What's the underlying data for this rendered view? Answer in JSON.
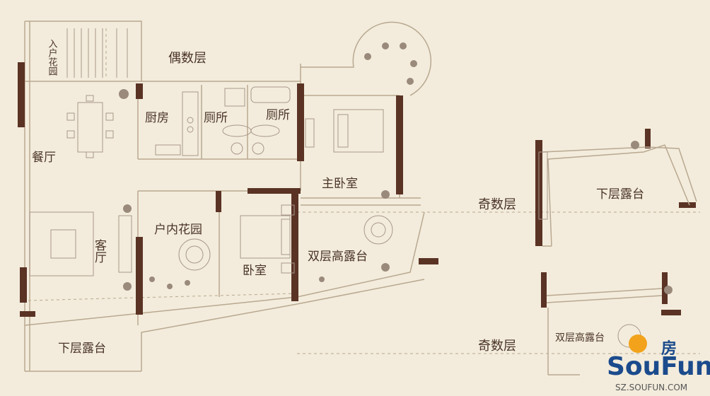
{
  "rooms": {
    "entry_garden": "入户花园",
    "even_floor": "偶数层",
    "kitchen": "厨房",
    "toilet_1": "厕所",
    "toilet_2": "厕所",
    "dining": "餐厅",
    "master_bedroom": "主卧室",
    "living": "客厅",
    "indoor_garden": "户内花园",
    "bedroom": "卧室",
    "double_terrace": "双层高露台",
    "lower_terrace": "下层露台"
  },
  "insets": {
    "odd_floor_top": "奇数层",
    "odd_floor_top_room": "下层露台",
    "odd_floor_bottom": "奇数层",
    "odd_floor_bottom_room": "双层高露台"
  },
  "watermark": {
    "brand": "SouFun",
    "brand_cn": "房",
    "url": "SZ.SOUFUN.COM"
  },
  "colors": {
    "background": "#f3ecdc",
    "wall": "#5a3325",
    "text": "#4a3428",
    "brand": "#1b4b8c",
    "brand_accent": "#f2a31b"
  }
}
